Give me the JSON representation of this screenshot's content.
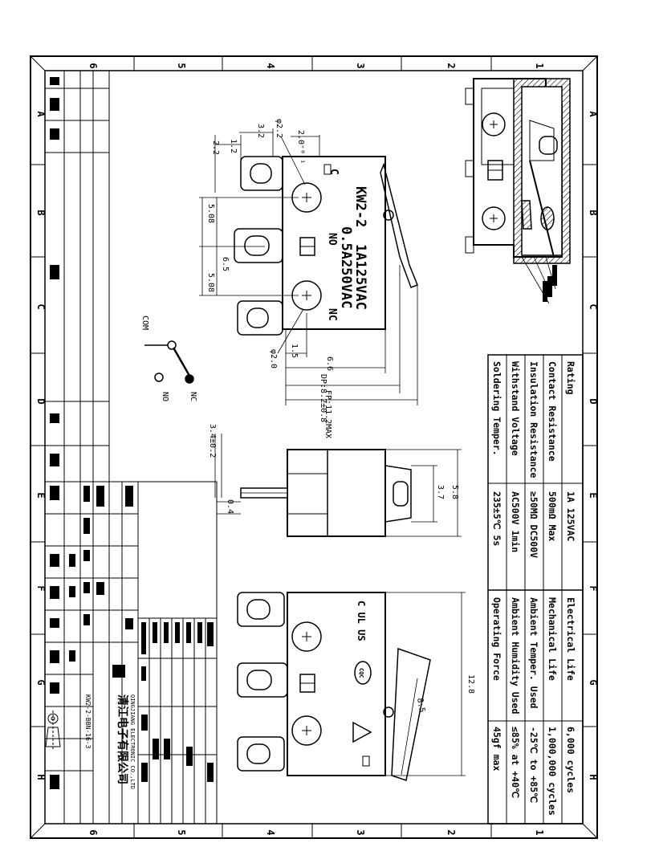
{
  "border": {
    "numbers": [
      "1",
      "2",
      "3",
      "4",
      "5",
      "6"
    ],
    "letters": [
      "A",
      "B",
      "C",
      "D",
      "E",
      "F",
      "G",
      "H"
    ]
  },
  "part_marking": {
    "model": "KW2-2",
    "rating_1": "1A125VAC",
    "rating_2": "0.5A250VAC",
    "terminal_c": "C",
    "terminal_no": "NO",
    "terminal_nc": "NC",
    "logo_ul": "C UL US",
    "logo_cqc": "CQC"
  },
  "dimensions": {
    "d_2_2a": "2.2",
    "d_1_2": "1.2",
    "d_2_0": "2.0",
    "d_3_2": "3.2",
    "d_phi2_2": "φ2.2",
    "d_2_0_tol": "2.0⁺⁰·¹",
    "d_5_08_a": "5.08",
    "d_6_5": "6.5",
    "d_5_08_b": "5.08",
    "d_1_5": "1.5",
    "d_phi2_0": "φ2.0",
    "d_6_6": "6.6",
    "d_dp": "DP:8.2±0.8",
    "d_fp": "FP:11.2MAX",
    "d_3_4": "3.4±0.2",
    "d_0_4": "0.4",
    "d_3_7": "3.7",
    "d_5_8": "5.8",
    "d_12_8": "12.8",
    "d_8_5": "8.5"
  },
  "schematic": {
    "com": "COM",
    "no": "NO",
    "nc": "NC"
  },
  "specs": {
    "left_labels": [
      "Rating",
      "Contact Resistance",
      "Insulation Resistance",
      "Withstand Voltage",
      "Soldering Temper."
    ],
    "left_values": [
      "1A 125VAC",
      "500mΩ Max",
      "≥50MΩ DC500V",
      "AC500V 1min",
      "235±5℃ 5s"
    ],
    "right_labels": [
      "Electrical Life",
      "Mechanical Life",
      "Ambient Temper. Used",
      "Ambient Humidity Used",
      "Operating Force"
    ],
    "right_values": [
      "6,000 cycles",
      "1,000,000 cycles",
      "-25℃ to +85℃",
      "≤85% at +40℃",
      "45gf max"
    ]
  },
  "title_block": {
    "company_cn": "清江电子有限公司",
    "company_en": "QINGJIANG ELECTRONIC CO.,LTD",
    "part_number": "KW2-2-BBN-16-3"
  },
  "colors": {
    "ink": "#000000",
    "paper": "#ffffff"
  }
}
